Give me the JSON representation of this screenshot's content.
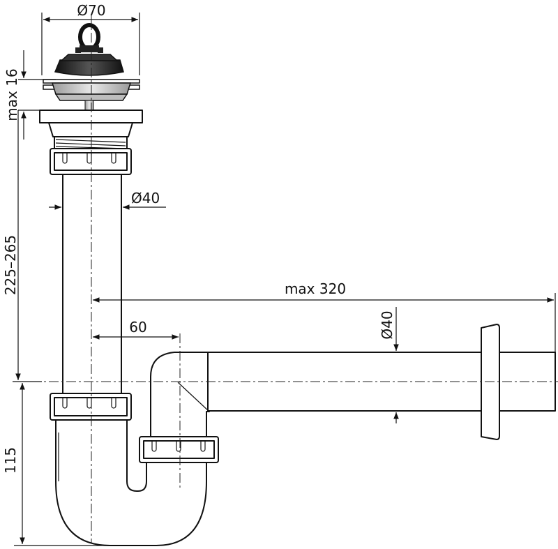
{
  "dimensions": {
    "strainer_diameter": "Ø70",
    "strainer_height": "max 16",
    "tube_diameter": "Ø40",
    "vertical_length": "225–265",
    "horizontal_length": "max 320",
    "outlet_offset": "60",
    "outlet_diameter": "Ø40",
    "trap_depth": "115"
  },
  "colors": {
    "stroke": "#111111",
    "plug": "#2a2a2a",
    "metal": "#cfcfcf",
    "background": "#ffffff"
  }
}
